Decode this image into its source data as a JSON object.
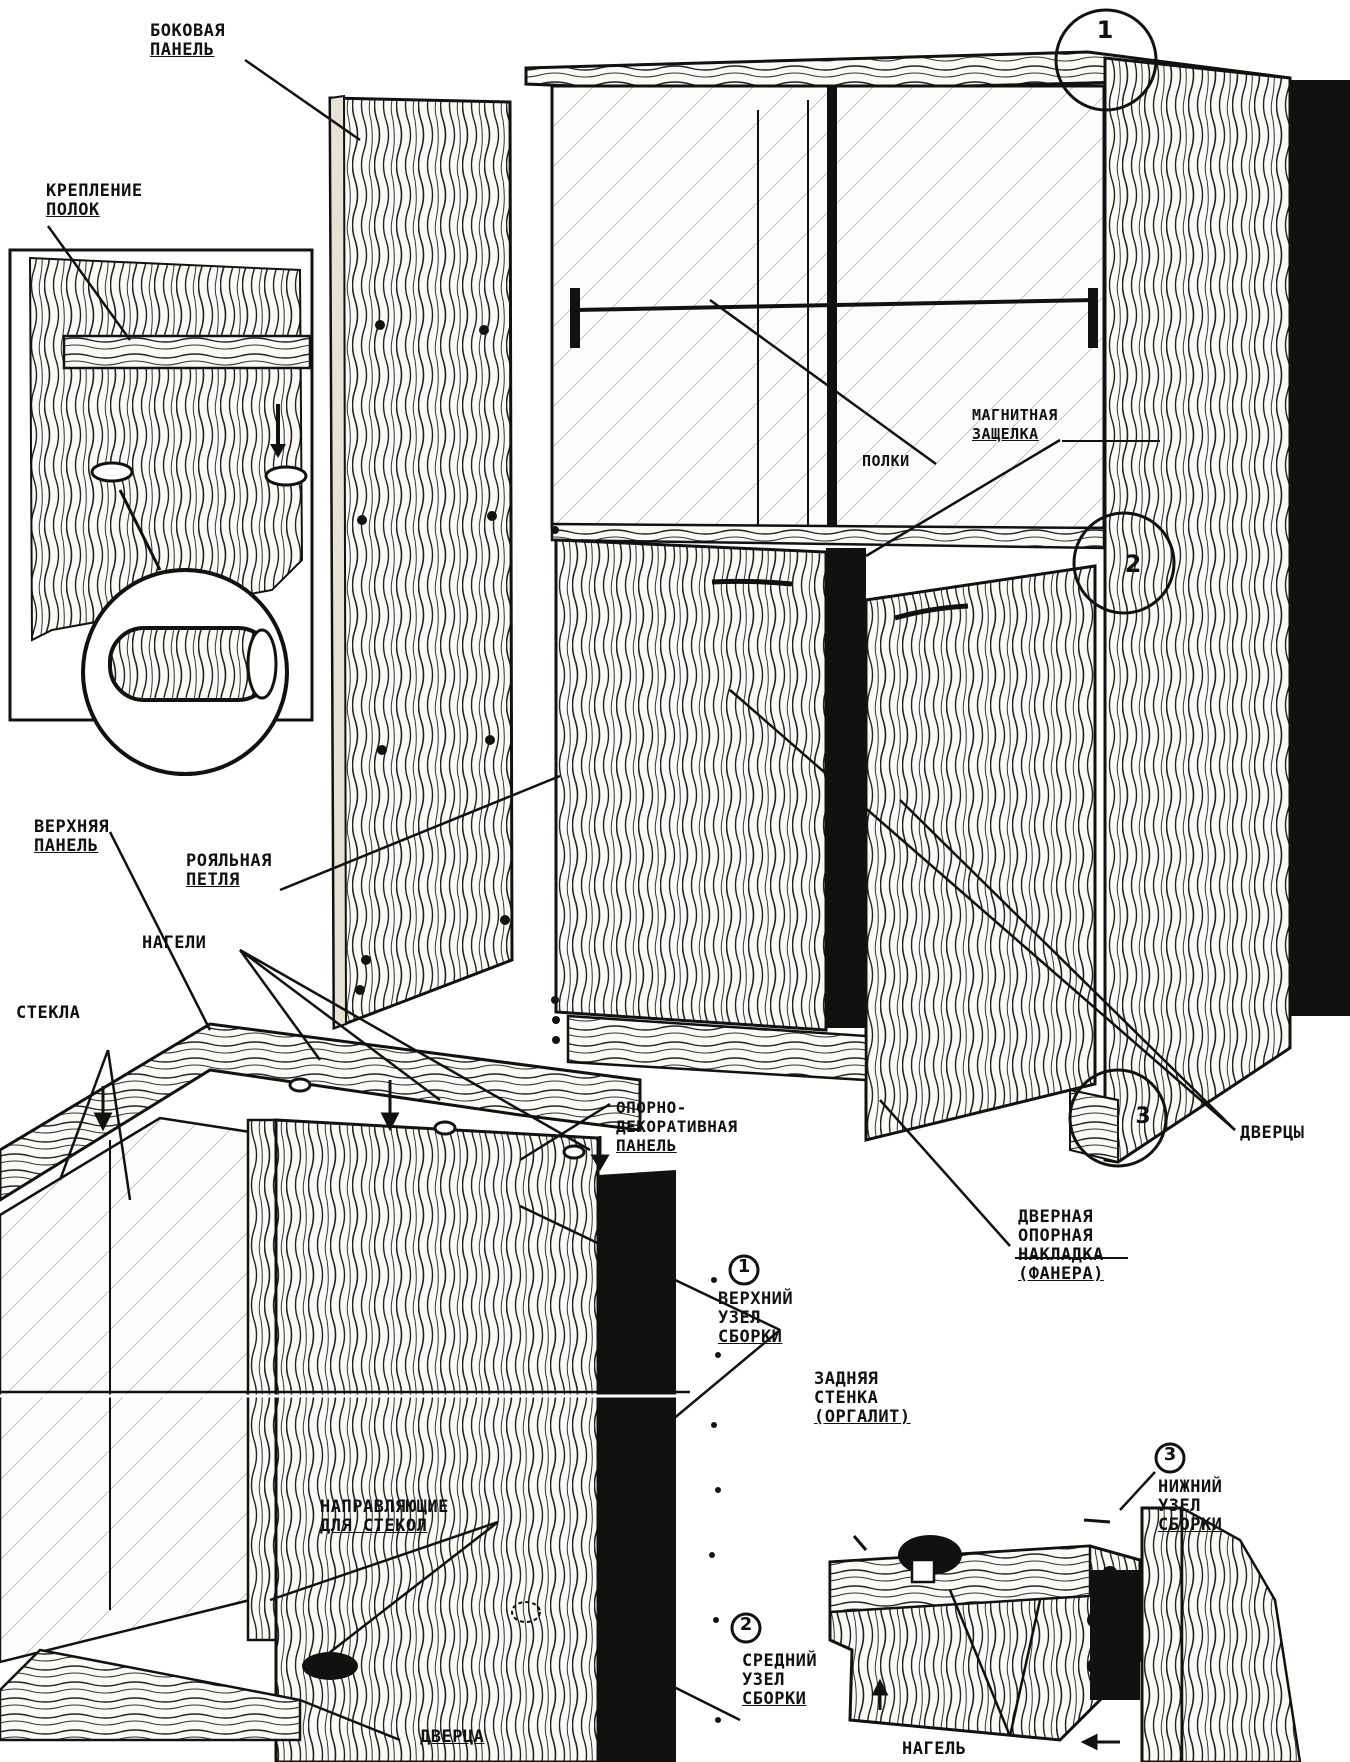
{
  "labels": {
    "side_panel": [
      "БОКОВАЯ",
      "ПАНЕЛЬ"
    ],
    "shelf_mount": [
      "КРЕПЛЕНИЕ",
      "ПОЛОК"
    ],
    "magnetic_latch": [
      "МАГНИТНАЯ",
      "ЗАЩЕЛКА"
    ],
    "shelves": "ПОЛКИ",
    "top_panel": [
      "ВЕРХНЯЯ",
      "ПАНЕЛЬ"
    ],
    "piano_hinge": [
      "РОЯЛЬНАЯ",
      "ПЕТЛЯ"
    ],
    "dowels_top": "НАГЕЛИ",
    "glass": "СТЕКЛА",
    "support_panel": [
      "ОПОРНО-",
      "ДЕКОРАТИВНАЯ",
      "ПАНЕЛЬ"
    ],
    "doors": "ДВЕРЦЫ",
    "door_plate": [
      "ДВЕРНАЯ",
      "ОПОРНАЯ",
      "НАКЛАДКА",
      "(ФАНЕРА)"
    ],
    "upper_joint": [
      "ВЕРХНИЙ",
      "УЗЕЛ",
      "СБОРКИ"
    ],
    "back_wall": [
      "ЗАДНЯЯ",
      "СТЕНКА",
      "(ОРГАЛИТ)"
    ],
    "lower_joint": [
      "НИЖНИЙ",
      "УЗЕЛ",
      "СБОРКИ"
    ],
    "glass_guides": [
      "НАПРАВЛЯЮЩИЕ",
      "ДЛЯ СТЕКОЛ"
    ],
    "middle_joint": [
      "СРЕДНИЙ",
      "УЗЕЛ",
      "СБОРКИ"
    ],
    "door": "ДВЕРЦА",
    "dowel": "НАГЕЛЬ"
  },
  "callout_numbers": {
    "one": "1",
    "two": "2",
    "three": "3"
  },
  "colors": {
    "ink": "#111111",
    "paper": "#ffffff",
    "wood": "#f2efe6",
    "glass": "#f7f7f7"
  }
}
